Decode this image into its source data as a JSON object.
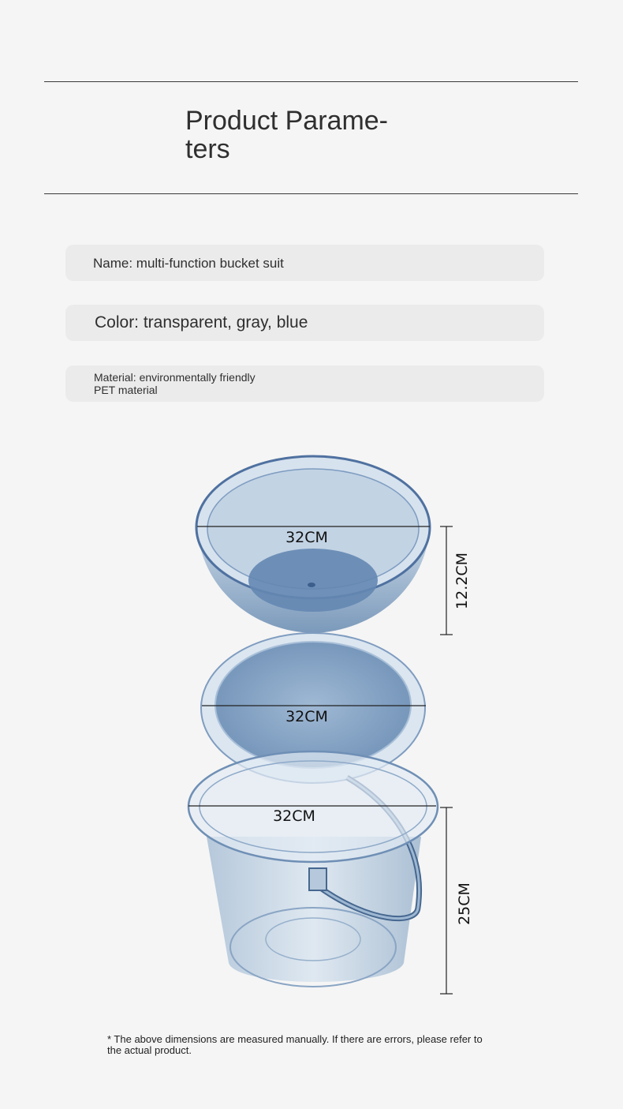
{
  "header": {
    "title": "Product Parame-\nters"
  },
  "parameters": [
    {
      "text": "Name: multi-function bucket suit"
    },
    {
      "text": "Color: transparent, gray, blue"
    },
    {
      "text": "Material: environmentally friendly\nPET material"
    }
  ],
  "dimensions": {
    "basin_diameter": "32CM",
    "basin_height": "12.2CM",
    "lid_diameter": "32CM",
    "bucket_diameter": "32CM",
    "bucket_height": "25CM"
  },
  "product_color": "#5d7fa6",
  "footnote": "* The above dimensions are measured manually. If there are errors, please refer to\nthe actual product."
}
